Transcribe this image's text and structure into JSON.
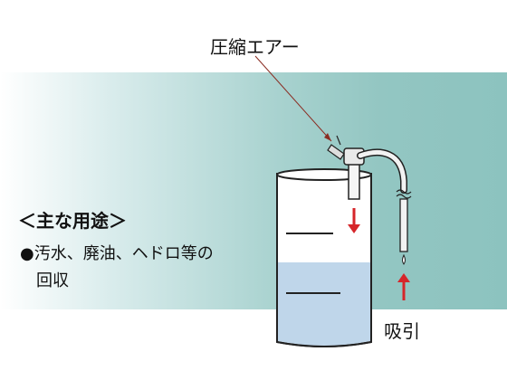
{
  "labels": {
    "compressed_air": "圧縮エアー",
    "suction": "吸引"
  },
  "usage": {
    "heading": "＜主な用途＞",
    "line1": "●汚水、廃油、ヘドロ等の",
    "line2": "回収"
  },
  "colors": {
    "band_light": "#ffffff",
    "band_teal": "#8cc3bf",
    "liquid": "#bfd6ea",
    "arrow_red": "#d6262a",
    "outline": "#222222"
  },
  "icons": [
    "down-arrow-icon",
    "up-arrow-icon"
  ]
}
